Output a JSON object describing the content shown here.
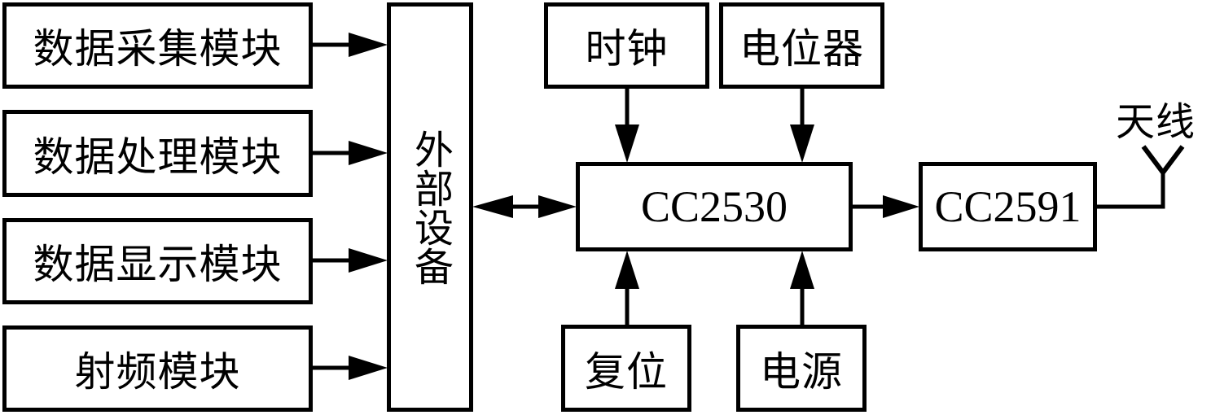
{
  "diagram": {
    "modules": [
      {
        "label": "数据采集模块"
      },
      {
        "label": "数据处理模块"
      },
      {
        "label": "数据显示模块"
      },
      {
        "label": "射频模块"
      }
    ],
    "external_device": {
      "label": "外部设备"
    },
    "clock": {
      "label": "时钟"
    },
    "potentiometer": {
      "label": "电位器"
    },
    "mcu": {
      "label": "CC2530"
    },
    "reset": {
      "label": "复位"
    },
    "power": {
      "label": "电源"
    },
    "rf_frontend": {
      "label": "CC2591"
    },
    "antenna": {
      "label": "天线"
    },
    "colors": {
      "stroke": "#000000",
      "background": "#ffffff"
    }
  }
}
